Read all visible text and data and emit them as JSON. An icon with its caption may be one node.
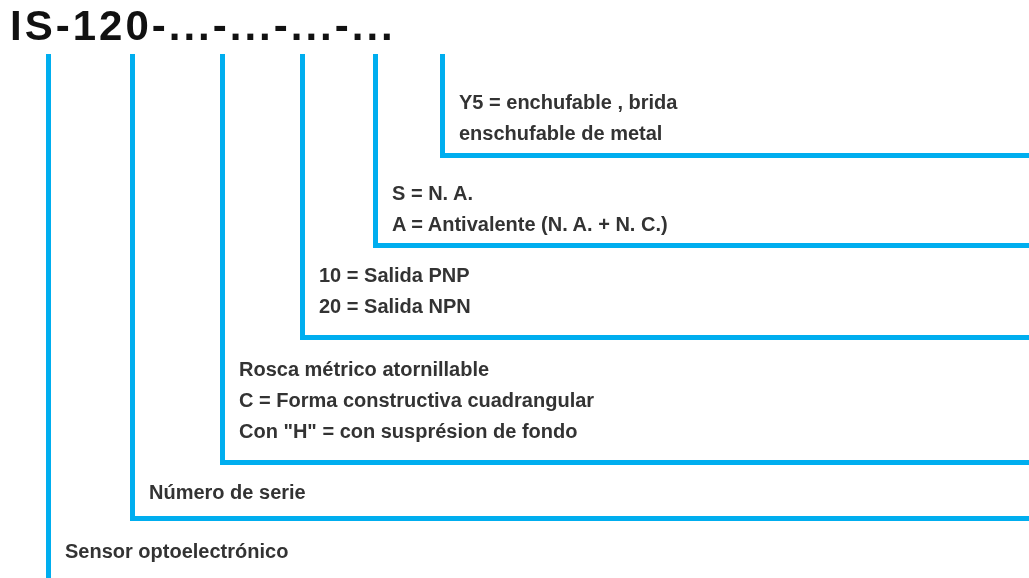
{
  "diagram": {
    "title": "IS-120-...-...-...-...",
    "nodes": [
      {
        "text": [
          "Y5 = enchufable , brida enschufable de metal"
        ]
      },
      {
        "text": [
          "S = N. A.",
          "A = Antivalente (N. A. + N. C.)"
        ]
      },
      {
        "text": [
          "10 = Salida PNP",
          "20 = Salida NPN"
        ]
      },
      {
        "text": [
          "Rosca métrico atornillable",
          "C = Forma constructiva cuadrangular",
          "Con \"H\" = con susprésion de fondo"
        ]
      },
      {
        "text": [
          "Número de serie"
        ]
      },
      {
        "text": [
          "Sensor optoelectrónico"
        ]
      }
    ],
    "edges": [
      {
        "from": 0,
        "to": null,
        "arrow": "none"
      },
      {
        "from": 1,
        "to": null,
        "arrow": "none"
      },
      {
        "from": 2,
        "to": null,
        "arrow": "none"
      },
      {
        "from": 3,
        "to": null,
        "arrow": "none"
      },
      {
        "from": 4,
        "to": null,
        "arrow": "none"
      },
      {
        "from": 5,
        "to": null,
        "arrow": "none"
      }
    ]
  }
}
